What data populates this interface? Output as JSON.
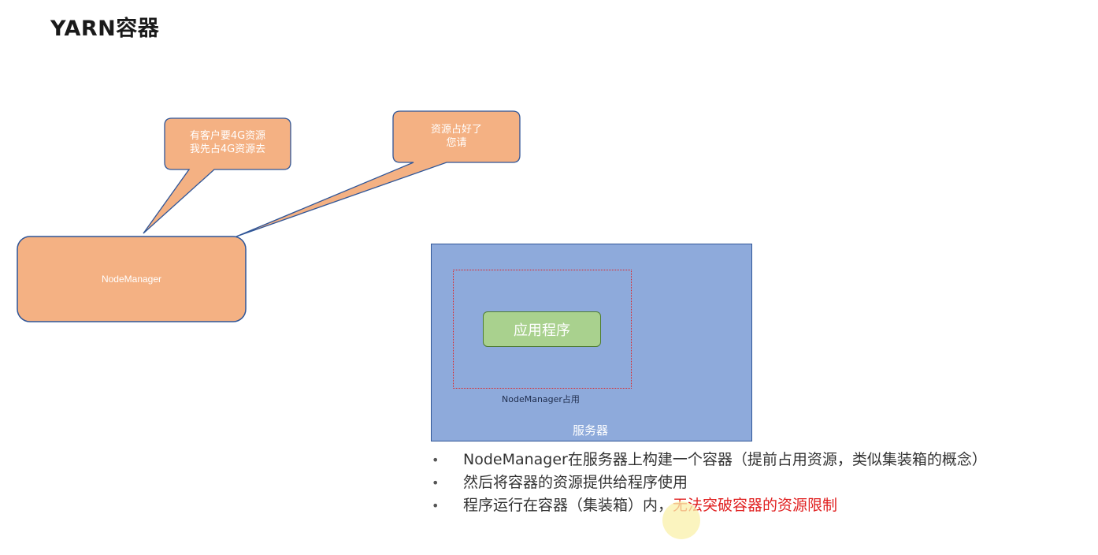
{
  "title": "YARN容器",
  "bubbles": {
    "left": {
      "line1": "有客户要4G资源",
      "line2": "我先占4G资源去"
    },
    "right": {
      "line1": "资源占好了",
      "line2": "您请"
    }
  },
  "node_manager_label": "NodeManager",
  "server": {
    "label": "服务器",
    "container_label": "NodeManager占用",
    "app_label": "应用程序"
  },
  "bullets": [
    {
      "text": "NodeManager在服务器上构建一个容器（提前占用资源，类似集装箱的概念）",
      "highlight": ""
    },
    {
      "text": "然后将容器的资源提供给程序使用",
      "highlight": ""
    },
    {
      "text": "程序运行在容器（集装箱）内，",
      "highlight": "无法突破容器的资源限制"
    }
  ],
  "bullet_symbol": "•",
  "colors": {
    "orange": "#f4b183",
    "orange_border": "#2f5597",
    "server_blue": "#8eaadb",
    "app_green": "#a9d18e",
    "highlight_red": "#e02020"
  }
}
